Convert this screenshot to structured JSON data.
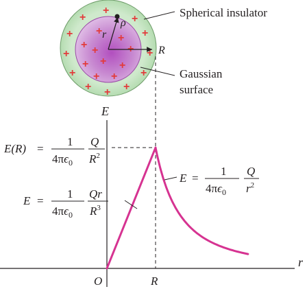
{
  "sphere": {
    "label": "Spherical insulator",
    "charge_symbol": "+",
    "density_symbol": "ρ",
    "radius_symbol": "r",
    "outer_radius_symbol": "R",
    "outer_color": "#c7e6c4",
    "inner_color": "#c070c9",
    "plus_color": "#e23b3b"
  },
  "gaussian": {
    "label_line1": "Gaussian",
    "label_line2": "surface"
  },
  "graph": {
    "y_axis_label": "E",
    "x_axis_label": "r",
    "origin_label": "O",
    "R_tick_label": "R",
    "curve_color": "#d63391"
  },
  "equations": {
    "peak": {
      "lhs": "E(R)",
      "eq": "=",
      "num": "1",
      "den_prefix": "4π",
      "den_eps": "ϵ",
      "den_sub": "0",
      "frac2_num": "Q",
      "frac2_den": "R",
      "frac2_exp": "2"
    },
    "inside": {
      "lhs": "E",
      "eq": "=",
      "num": "1",
      "den_prefix": "4π",
      "den_eps": "ϵ",
      "den_sub": "0",
      "frac2_num": "Qr",
      "frac2_den": "R",
      "frac2_exp": "3"
    },
    "outside": {
      "lhs": "E",
      "eq": "=",
      "num": "1",
      "den_prefix": "4π",
      "den_eps": "ϵ",
      "den_sub": "0",
      "frac2_num": "Q",
      "frac2_den": "r",
      "frac2_exp": "2"
    }
  }
}
